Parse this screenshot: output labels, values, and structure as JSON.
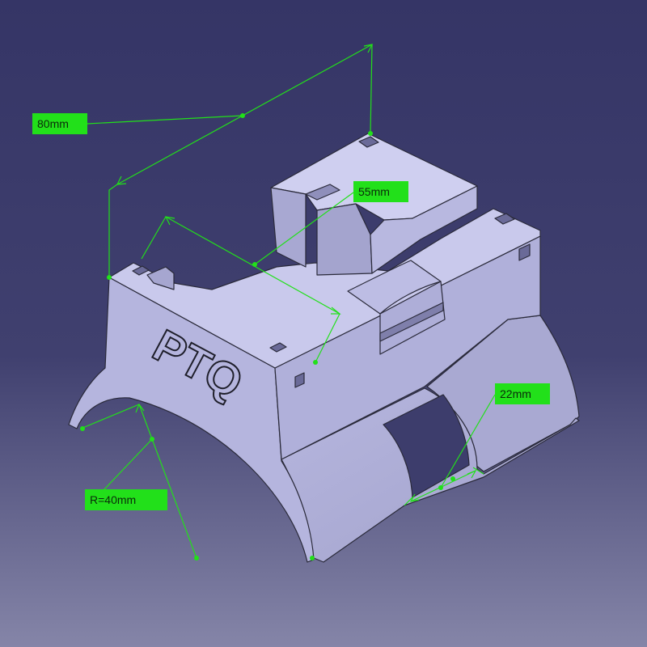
{
  "scene": {
    "background_top": "#353566",
    "background_bottom": "#8585a8",
    "part_color": "#b8b8e0",
    "annotation_color": "#22e01a"
  },
  "part": {
    "engraved_text": "PTQ"
  },
  "dimensions": [
    {
      "id": "length",
      "label": "80mm"
    },
    {
      "id": "width",
      "label": "55mm"
    },
    {
      "id": "slot",
      "label": "22mm"
    },
    {
      "id": "radius",
      "label": "R=40mm"
    }
  ]
}
